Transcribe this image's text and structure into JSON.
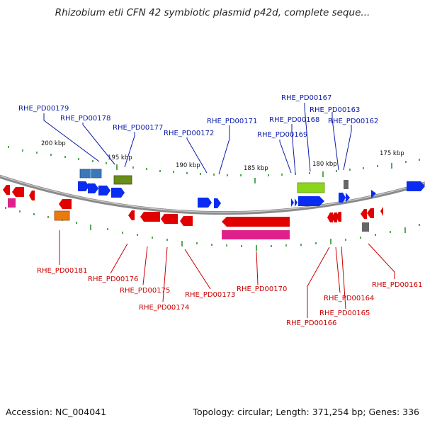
{
  "title": "Rhizobium etli CFN 42 symbiotic plasmid p42d, complete seque...",
  "footer": {
    "accession": "Accession: NC_004041",
    "summary": "Topology: circular; Length: 371,254 bp; Genes: 336"
  },
  "colors": {
    "forward_label": "#0a1aa8",
    "reverse_label": "#c80000",
    "backbone": "#7a7a7a",
    "tick": "#1e8a1e",
    "forward_gene": "#0a2cf0",
    "reverse_gene": "#e00000"
  },
  "scale_labels": [
    "200 kbp",
    "195 kbp",
    "190 kbp",
    "185 kbp",
    "180 kbp",
    "175 kbp"
  ],
  "forward_labels": [
    "RHE_PD00179",
    "RHE_PD00178",
    "RHE_PD00177",
    "RHE_PD00172",
    "RHE_PD00171",
    "RHE_PD00167",
    "RHE_PD00168",
    "RHE_PD00169",
    "RHE_PD00163",
    "RHE_PD00162"
  ],
  "reverse_labels": [
    "RHE_PD00181",
    "RHE_PD00176",
    "RHE_PD00175",
    "RHE_PD00174",
    "RHE_PD00173",
    "RHE_PD00170",
    "RHE_PD00166",
    "RHE_PD00164",
    "RHE_PD00165",
    "RHE_PD00161"
  ]
}
